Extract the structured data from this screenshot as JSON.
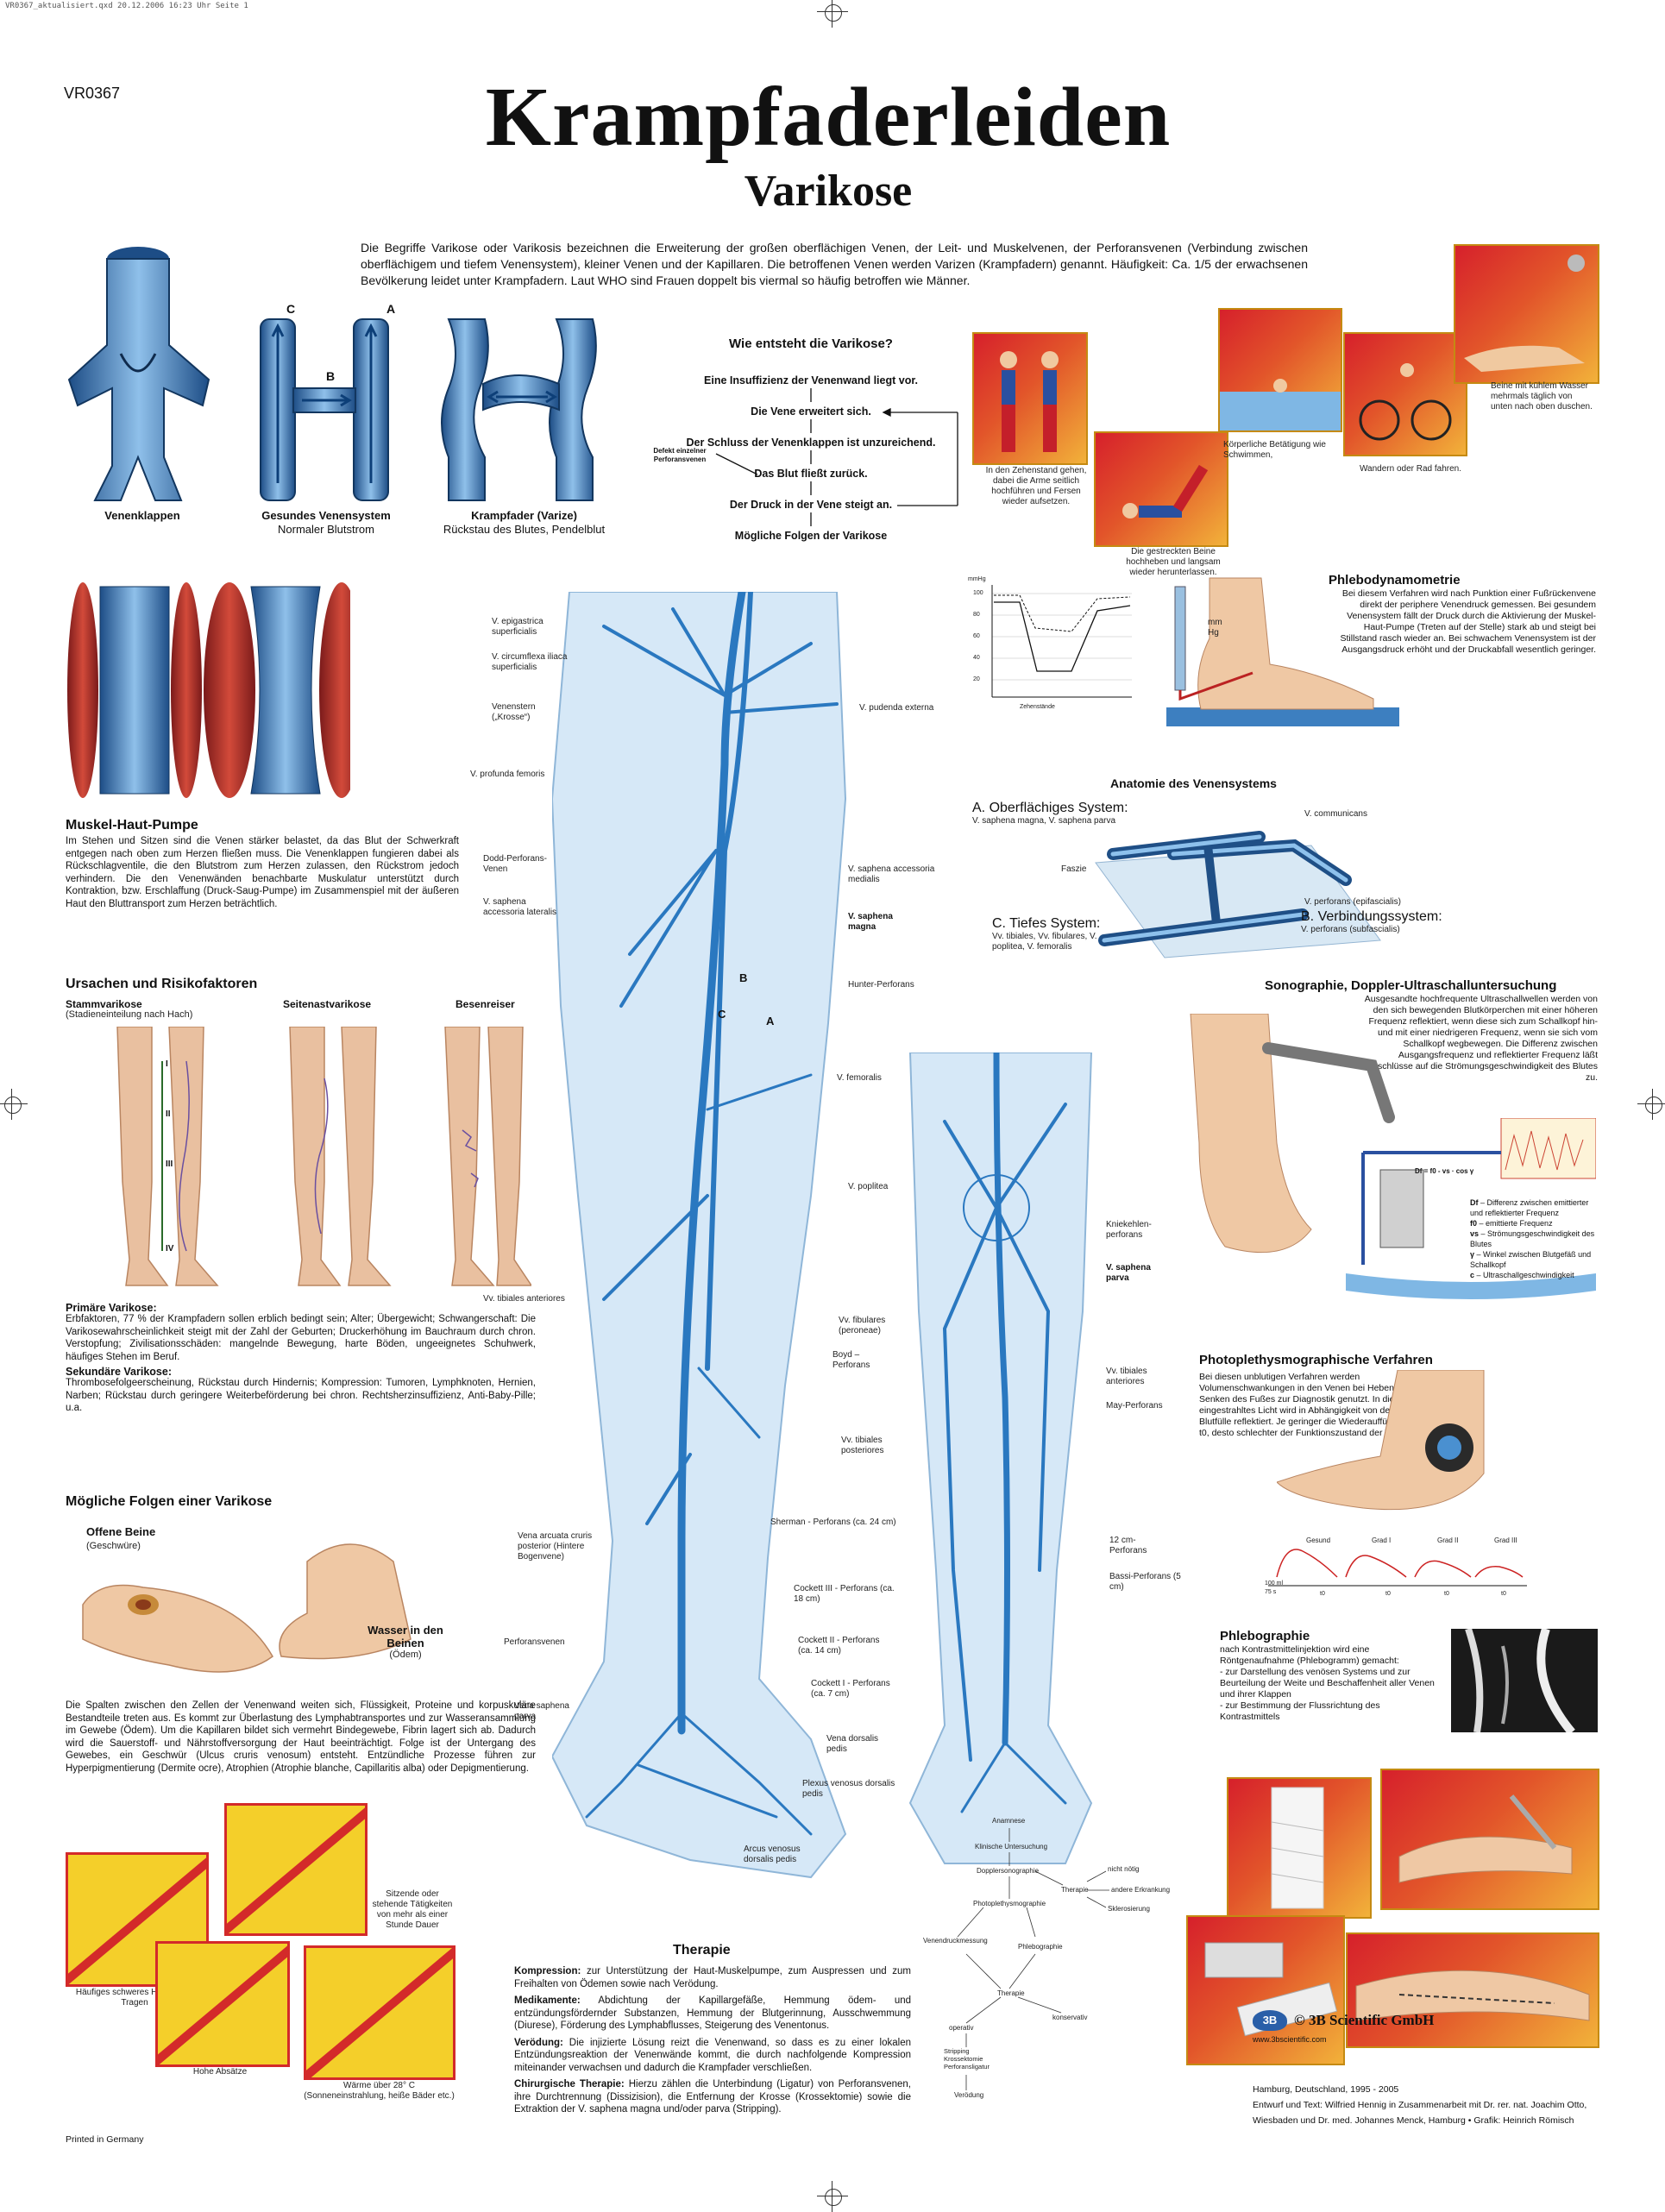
{
  "print_info": "VR0367_aktualisiert.qxd   20.12.2006   16:23 Uhr   Seite 1",
  "article_no": "VR0367",
  "title": "Krampfaderleiden",
  "subtitle": "Varikose",
  "intro": "Die Begriffe Varikose oder Varikosis bezeichnen die Erweiterung der großen oberflächigen Venen, der Leit- und Muskelvenen, der Perforansvenen (Verbindung zwischen oberflächigem und tiefem Venensystem), kleiner Venen und der Kapillaren. Die betroffenen Venen werden Varizen (Krampfadern) genannt. Häufigkeit: Ca. 1/5 der erwachsenen Bevölkerung leidet unter Krampfadern. Laut WHO sind Frauen doppelt bis viermal so häufig betroffen wie Männer.",
  "valves": {
    "label_C": "C",
    "label_A": "A",
    "label_B": "B",
    "venenklappen": "Venenklappen",
    "gesund_title": "Gesundes Venensystem",
    "gesund_sub": "Normaler Blutstrom",
    "krampf_title": "Krampfader (Varize)",
    "krampf_sub": "Rückstau des Blutes, Pendelblut"
  },
  "flow": {
    "title": "Wie entsteht die Varikose?",
    "steps": [
      "Eine Insuffizienz der Venenwand liegt vor.",
      "Die Vene erweitert sich.",
      "Der Schluss der Venenklappen ist unzureichend.",
      "Das Blut fließt zurück.",
      "Der Druck in der Vene steigt an.",
      "Mögliche Folgen der Varikose"
    ],
    "side_label": "Defekt einzelner Perforansvenen"
  },
  "exercises": {
    "toes": "In den Zehenstand gehen, dabei die Arme seitlich hochführen und Fersen wieder aufsetzen.",
    "legs": "Die gestreckten Beine hochheben und langsam wieder herunterlassen.",
    "swim": "Körperliche Betätigung wie Schwimmen,",
    "bike": "Wandern oder Rad fahren.",
    "shower": "Beine mit kühlem Wasser mehrmals täglich von unten nach oben duschen."
  },
  "muskel": {
    "title": "Muskel-Haut-Pumpe",
    "text": "Im Stehen und Sitzen sind die Venen stärker belastet, da das Blut der Schwerkraft entgegen nach oben zum Herzen fließen muss. Die Venenklappen fungieren dabei als Rückschlagventile, die den Blutstrom zum Herzen zulassen, den Rückstrom jedoch verhindern. Die den Venenwänden benachbarte Muskulatur unterstützt durch Kontraktion, bzw. Erschlaffung (Druck-Saug-Pumpe) im Zusammenspiel mit der äußeren Haut den Bluttransport zum Herzen beträchtlich."
  },
  "ursachen": {
    "title": "Ursachen und Risikofaktoren",
    "col1": "Stammvarikose",
    "col1_sub": "(Stadieneinteilung nach Hach)",
    "col2": "Seitenastvarikose",
    "col3": "Besenreiser",
    "stages": [
      "I",
      "II",
      "III",
      "IV"
    ],
    "prim_title": "Primäre Varikose:",
    "prim_text": "Erbfaktoren, 77 % der Krampfadern sollen erblich bedingt sein; Alter; Übergewicht; Schwangerschaft: Die Varikosewahrscheinlichkeit steigt mit der Zahl der Geburten; Druckerhöhung im Bauchraum durch chron. Verstopfung; Zivilisationsschäden: mangelnde Bewegung, harte Böden, ungeeignetes Schuhwerk, häufiges Stehen im Beruf.",
    "sek_title": "Sekundäre Varikose:",
    "sek_text": "Thrombosefolgeerscheinung, Rückstau durch Hindernis; Kompression: Tumoren, Lymphknoten, Hernien, Narben; Rückstau durch geringere Weiterbeförderung bei chron. Rechtsherzinsuffizienz, Anti-Baby-Pille; u.a."
  },
  "folgen": {
    "title": "Mögliche Folgen einer Varikose",
    "offene": "Offene Beine",
    "offene_sub": "(Geschwüre)",
    "wasser": "Wasser in den Beinen",
    "wasser_sub": "(Ödem)",
    "text": "Die Spalten zwischen den Zellen der Venenwand weiten sich, Flüssigkeit, Proteine und korpuskuläre Bestandteile treten aus. Es kommt zur Überlastung des Lymphabtransportes und zur Wasseransammlung im Gewebe (Ödem). Um die Kapillaren bildet sich vermehrt Bindegewebe, Fibrin lagert sich ab. Dadurch wird die Sauerstoff- und Nährstoffversorgung der Haut beeinträchtigt. Folge ist der Untergang des Gewebes, ein Geschwür (Ulcus cruris venosum) entsteht. Entzündliche Prozesse führen zur Hyperpigmentierung (Dermite ocre), Atrophien (Atrophie blanche, Capillaritis alba) oder Depigmentierung."
  },
  "avoid": {
    "sitting": "Sitzende oder stehende Tätigkeiten von mehr als einer Stunde Dauer",
    "lifting": "Häufiges schweres Heben und Tragen",
    "heels": "Hohe Absätze",
    "heat": "Wärme über 28° C (Sonneneinstrahlung, heiße Bäder etc.)"
  },
  "printed": "Printed in Germany",
  "leg_labels_left": [
    "V. epigastrica superficialis",
    "V. circumflexa iliaca superficialis",
    "Venenstern („Krosse“)",
    "V. profunda femoris",
    "Dodd-Perforans-Venen",
    "V. saphena accessoria lateralis",
    "Vv. tibiales anteriores",
    "Vena arcuata cruris posterior (Hintere Bogenvene)",
    "Perforansvenen",
    "Vena saphena parva"
  ],
  "leg_labels_mid": [
    "V. pudenda externa",
    "V. saphena accessoria medialis",
    "V. saphena magna",
    "Hunter-Perforans",
    "V. femoralis",
    "V. poplitea",
    "Vv. fibulares (peroneae)",
    "Boyd – Perforans",
    "Vv. tibiales posteriores",
    "Sherman - Perforans (ca. 24 cm)",
    "Cockett III - Perforans (ca. 18 cm)",
    "Cockett II - Perforans (ca. 14 cm)",
    "Cockett I - Perforans (ca. 7 cm)",
    "Vena dorsalis pedis",
    "Plexus venosus dorsalis pedis",
    "Arcus venosus dorsalis pedis"
  ],
  "leg_labels_right": [
    "Kniekehlen-perforans",
    "V. saphena parva",
    "Vv. tibiales anteriores",
    "May-Perforans",
    "12 cm-Perforans",
    "Bassi-Perforans (5 cm)"
  ],
  "leg_letters": [
    "B",
    "C",
    "A"
  ],
  "phlebo": {
    "title": "Phlebodynamometrie",
    "text": "Bei diesem Verfahren wird nach Punktion einer Fußrückenvene direkt der periphere Venendruck gemessen. Bei gesundem Venensystem fällt der Druck durch die Aktivierung der Muskel-Haut-Pumpe (Treten auf der Stelle) stark ab und steigt bei Stillstand rasch wieder an. Bei schwachem Venensystem ist der Ausgangsdruck erhöht und der Druckabfall wesentlich geringer.",
    "mmhg": "mm Hg",
    "chart_yticks": [
      "100",
      "80",
      "60",
      "40",
      "20"
    ],
    "chart_xlabel": "Zehenstände",
    "chart_ylabel": "mmHg"
  },
  "anatomie": {
    "title": "Anatomie des Venensystems",
    "a_title": "A. Oberflächiges System:",
    "a_text": "V. saphena magna, V. saphena parva",
    "c_title": "C. Tiefes System:",
    "c_text": "Vv. tibiales, Vv. fibulares, V. poplitea, V. femoralis",
    "b_title": "B. Verbindungssystem:",
    "b_text": "V. perforans (subfascialis)",
    "communicans": "V. communicans",
    "faszie": "Faszie",
    "epifascialis": "V. perforans (epifascialis)"
  },
  "sono": {
    "title": "Sonographie, Doppler-Ultraschalluntersuchung",
    "text": "Ausgesandte hochfrequente Ultraschallwellen werden von den sich bewegenden Blutkörperchen mit einer höheren Frequenz reflektiert, wenn diese sich zum Schallkopf hin- und mit einer niedrigeren Frequenz, wenn sie sich vom Schallkopf wegbewegen. Die Differenz zwischen Ausgangsfrequenz und reflektierter Frequenz läßt Rückschlüsse auf die Strömungsgeschwindigkeit des Blutes zu.",
    "formula": "Df = f0 - vs · cos γ",
    "legend": [
      [
        "Df",
        "Differenz zwischen emittierter und reflektierter Frequenz"
      ],
      [
        "f0",
        "emittierte Frequenz"
      ],
      [
        "vs",
        "Strömungsgeschwindigkeit des Blutes"
      ],
      [
        "γ",
        "Winkel zwischen Blutgefäß und Schallkopf"
      ],
      [
        "c",
        "Ultraschallgeschwindigkeit"
      ]
    ]
  },
  "photo": {
    "title": "Photoplethysmographische Verfahren",
    "text": "Bei diesen unblutigen Verfahren werden Volumenschwankungen in den Venen bei Heben und Senken des Fußes zur Diagnostik genutzt. In die Haut eingestrahltes Licht wird in Abhängigkeit von der lokalen Blutfülle reflektiert. Je geringer die Wiederauffüllungszeit t0, desto schlechter der Funktionszustand der Vene.",
    "curves": [
      "Gesund",
      "Grad I",
      "Grad II",
      "Grad III"
    ],
    "t_labels": [
      "t0",
      "t0",
      "t0",
      "t0"
    ],
    "axis": [
      "100 ml",
      "75 s"
    ]
  },
  "phlebographie": {
    "title": "Phlebographie",
    "text": "nach Kontrastmittelinjektion wird eine Röntgenaufnahme (Phlebogramm) gemacht:",
    "bullets": [
      "- zur Darstellung des venösen Systems und zur Beurteilung der Weite und Beschaffenheit aller Venen und ihrer Klappen",
      "- zur Bestimmung der Flussrichtung des Kontrastmittels"
    ]
  },
  "therapie": {
    "title": "Therapie",
    "items": [
      {
        "label": "Kompression:",
        "text": "zur Unterstützung der Haut-Muskelpumpe, zum Auspressen und zum Freihalten von Ödemen sowie nach Verödung."
      },
      {
        "label": "Medikamente:",
        "text": "Abdichtung der Kapillargefäße, Hemmung ödem- und entzündungsfördernder Substanzen, Hemmung der Blutgerinnung, Ausschwemmung (Diurese), Förderung des Lymphabflusses, Steigerung des Venentonus."
      },
      {
        "label": "Verödung:",
        "text": "Die injizierte Lösung reizt die Venenwand, so dass es zu einer lokalen Entzündungsreaktion der Venenwände kommt, die durch nachfolgende Kompression miteinander verwachsen und dadurch die Krampfader verschließen."
      },
      {
        "label": "Chirurgische Therapie:",
        "text": "Hierzu zählen die Unterbindung (Ligatur) von Perforansvenen, ihre Durchtrennung (Dissizision), die Entfernung der Krosse (Krossektomie) sowie die Extraktion der V. saphena magna und/oder parva (Stripping)."
      }
    ]
  },
  "tree": {
    "nodes": [
      "Anamnese",
      "Klinische Untersuchung",
      "Dopplersonographie",
      "Therapie",
      "nicht nötig",
      "andere Erkrankung",
      "Sklerosierung",
      "Photoplethysmographie",
      "Venendruckmessung",
      "Phlebographie",
      "Therapie",
      "operativ",
      "konservativ",
      "Stripping Krossektomie Perforansligatur",
      "Verödung"
    ]
  },
  "publisher": {
    "logo": "3B",
    "name": "© 3B Scientific GmbH",
    "web": "www.3bscientific.com",
    "place": "Hamburg, Deutschland, 1995 - 2005",
    "credits1": "Entwurf und Text: Wilfried Hennig in Zusammenarbeit mit Dr. rer. nat. Joachim Otto,",
    "credits2": "Wiesbaden und Dr. med. Johannes Menck, Hamburg  •  Grafik: Heinrich Römisch"
  },
  "colors": {
    "vein_blue": "#2a78c0",
    "leg_blue": "#d6e8f7",
    "tile_red": "#d6202b",
    "tile_yellow": "#f2b23a",
    "warn_yellow": "#f4cf2a"
  }
}
